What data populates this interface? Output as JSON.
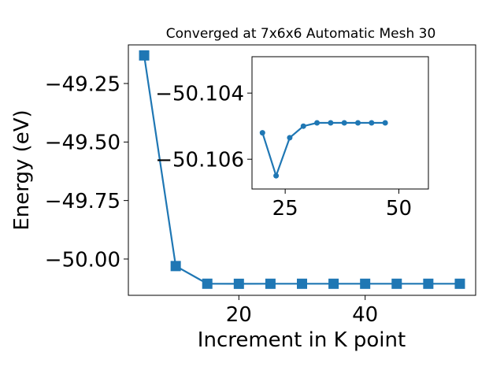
{
  "chart_data": [
    {
      "type": "line",
      "title": "Converged at 7x6x6 Automatic Mesh 30",
      "xlabel": "Increment in K point",
      "ylabel": "Energy (eV)",
      "xlim": [
        2.5,
        57.5
      ],
      "ylim": [
        -50.155,
        -49.085
      ],
      "xticks": [
        20,
        40
      ],
      "xtick_labels": [
        "20",
        "40"
      ],
      "yticks": [
        -49.25,
        -49.5,
        -49.75,
        -50.0
      ],
      "ytick_labels": [
        "−49.25",
        "−49.50",
        "−49.75",
        "−50.00"
      ],
      "marker": "square",
      "color": "#1f77b4",
      "grid": false,
      "x": [
        5,
        10,
        15,
        20,
        25,
        30,
        35,
        40,
        45,
        50,
        55
      ],
      "y": [
        -49.13,
        -50.03,
        -50.1055,
        -50.1058,
        -50.1056,
        -50.1056,
        -50.1056,
        -50.1056,
        -50.1056,
        -50.1056,
        -50.1056
      ]
    },
    {
      "type": "line",
      "inset": true,
      "xlim": [
        17.7,
        56.5
      ],
      "ylim": [
        -50.1069,
        -50.1029
      ],
      "xticks": [
        25,
        50
      ],
      "xtick_labels": [
        "25",
        "50"
      ],
      "yticks": [
        -50.106,
        -50.104
      ],
      "ytick_labels": [
        "−50.106",
        "−50.104"
      ],
      "marker": "circle",
      "color": "#1f77b4",
      "grid": false,
      "x": [
        20,
        23,
        26,
        29,
        32,
        35,
        38,
        41,
        44,
        47
      ],
      "y": [
        -50.1052,
        -50.1065,
        -50.10535,
        -50.105,
        -50.1049,
        -50.1049,
        -50.1049,
        -50.1049,
        -50.1049,
        -50.1049
      ]
    }
  ]
}
